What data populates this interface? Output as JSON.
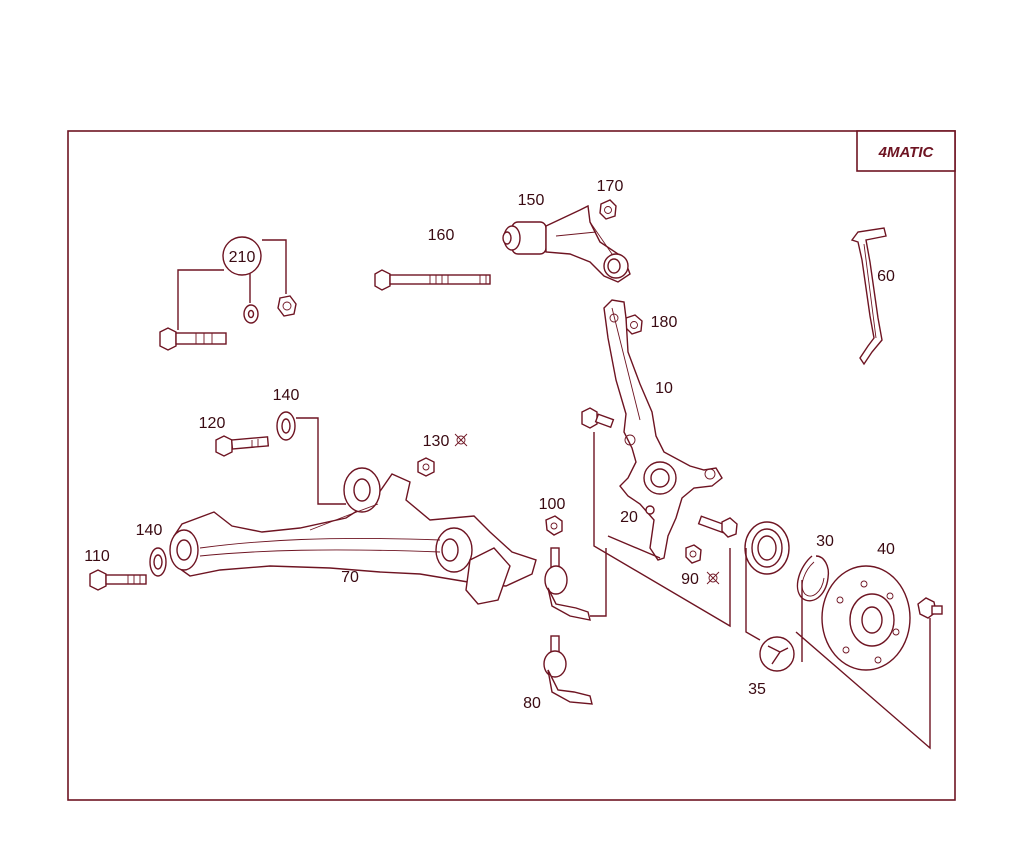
{
  "badge": {
    "text": "4MATIC"
  },
  "labels": {
    "p10": "10",
    "p20": "20",
    "p30": "30",
    "p35": "35",
    "p40": "40",
    "p60": "60",
    "p70": "70",
    "p80": "80",
    "p90": "90",
    "p100": "100",
    "p110": "110",
    "p120": "120",
    "p130": "130",
    "p140a": "140",
    "p140b": "140",
    "p150": "150",
    "p160": "160",
    "p170": "170",
    "p180": "180",
    "p210": "210"
  },
  "colors": {
    "line": "#6e1422",
    "text": "#3a0a12",
    "background": "#ffffff"
  }
}
